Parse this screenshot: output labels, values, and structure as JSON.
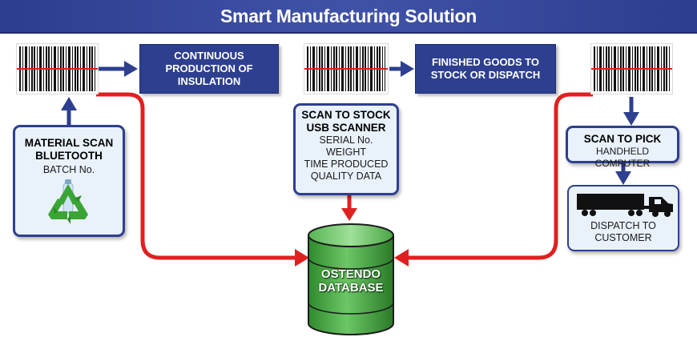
{
  "title": "Smart Manufacturing Solution",
  "steps": {
    "production": {
      "lines": [
        "CONTINUOUS",
        "PRODUCTION OF",
        "INSULATION"
      ]
    },
    "finished_goods": {
      "lines": [
        "FINISHED GOODS TO",
        "STOCK OR DISPATCH"
      ]
    }
  },
  "material_scan": {
    "title_lines": [
      "MATERIAL SCAN",
      "BLUETOOTH"
    ],
    "detail": "BATCH No.",
    "icon": "recycle-icon"
  },
  "scan_to_stock": {
    "title_lines": [
      "SCAN TO STOCK",
      "USB SCANNER"
    ],
    "details": [
      "SERIAL No.",
      "WEIGHT",
      "TIME PRODUCED",
      "QUALITY DATA"
    ]
  },
  "scan_to_pick": {
    "title": "SCAN TO PICK",
    "detail": "HANDHELD COMPUTER"
  },
  "dispatch": {
    "lines": [
      "DISPATCH TO",
      "CUSTOMER"
    ],
    "icon": "truck-icon"
  },
  "database": {
    "lines": [
      "OSTENDO",
      "DATABASE"
    ]
  },
  "colors": {
    "navy": "#2d3f8e",
    "flow_red": "#e02020",
    "db_green": "#4fb04a",
    "card_fill": "#e9f1fb"
  }
}
